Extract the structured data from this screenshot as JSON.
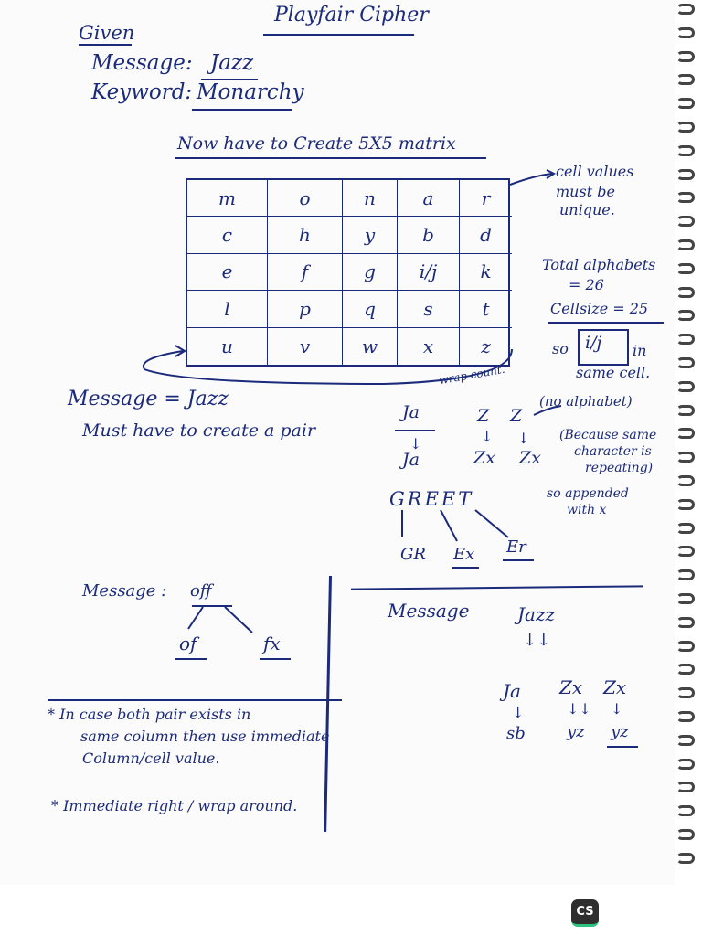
{
  "title": "Playfair Cipher",
  "given": {
    "label": "Given",
    "message_label": "Message:",
    "message_value": "Jazz",
    "keyword_label": "Keyword:",
    "keyword_value": "Monarchy"
  },
  "heading": "Now have to Create 5X5 matrix",
  "matrix": [
    [
      "m",
      "o",
      "n",
      "a",
      "r"
    ],
    [
      "c",
      "h",
      "y",
      "b",
      "d"
    ],
    [
      "e",
      "f",
      "g",
      "i/j",
      "k"
    ],
    [
      "l",
      "p",
      "q",
      "s",
      "t"
    ],
    [
      "u",
      "v",
      "w",
      "x",
      "z"
    ]
  ],
  "notes": {
    "cell_values_1": "cell values",
    "cell_values_2": "must be",
    "cell_values_3": "unique.",
    "total_alphabets": "Total alphabets",
    "total_count": "= 26",
    "cell_size": "Cellsize = 25",
    "so": "so",
    "ij": "i/j",
    "in": "in",
    "same_cell": "same cell.",
    "wrap_count": "wrap count."
  },
  "message_section": {
    "message": "Message = Jazz",
    "must_pair": "Must have to create a pair",
    "pair_ja": "Ja",
    "pair_z1": "Z",
    "pair_z2": "Z",
    "res_ja": "Ja",
    "res_zx1": "Zx",
    "res_zx2": "Zx",
    "no_alphabet": "(no alphabet)",
    "because_1": "(Because same",
    "because_2": "character is",
    "because_3": "repeating)",
    "appended_1": "so appended",
    "appended_2": "with x",
    "greet": "GREET",
    "gr": "GR",
    "fx": "Ex",
    "er": "Er"
  },
  "off_section": {
    "label": "Message :",
    "value": "off",
    "of": "of",
    "fx": "fx"
  },
  "rules": {
    "line1": "* In case both pair exists in",
    "line2": "same column then use immediate",
    "line3": "Column/cell value.",
    "line4": "* Immediate right / wrap around."
  },
  "right_section": {
    "label": "Message",
    "jazz": "Jazz",
    "arrows": "↓↓",
    "ja": "Ja",
    "zx1": "Zx",
    "zx2": "Zx",
    "sb": "sb",
    "yz1": "yz",
    "yz2": "yz"
  },
  "badge": "CS"
}
